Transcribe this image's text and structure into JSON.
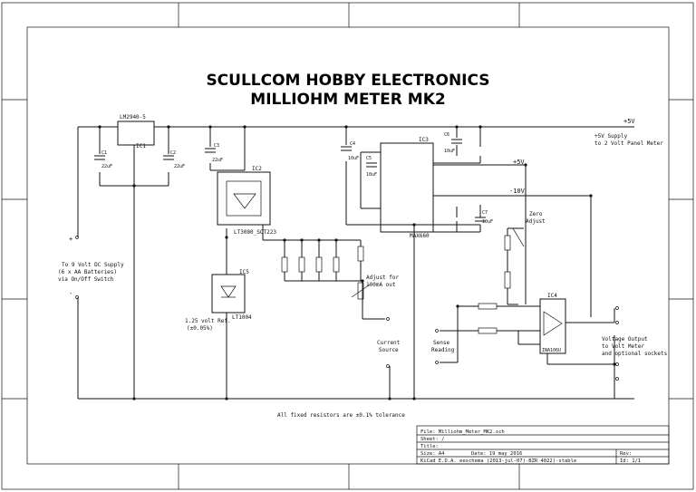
{
  "title": {
    "line1": "SCULLCOM HOBBY ELECTRONICS",
    "line2": "MILLIOHM METER MK2"
  },
  "rails": {
    "plus5": "+5V",
    "plus5b": "+5V",
    "minus10": "-10V",
    "supply_note1": "+5V Supply",
    "supply_note2": "to 2 Volt Panel Meter"
  },
  "notes": {
    "battery1": "To 9 Volt DC Supply",
    "battery2": "(6 x AA Batteries)",
    "battery3": "via On/Off Switch",
    "ref1": "1.25 volt Ref.",
    "ref2": "(±0.05%)",
    "adjust1": "Adjust for",
    "adjust2": "100mA out",
    "current1": "Current",
    "current2": "Source",
    "sense1": "Sense",
    "sense2": "Reading",
    "zero1": "Zero",
    "zero2": "Adjust",
    "vout1": "Voltage Output",
    "vout2": "to Volt Meter",
    "vout3": "and optional sockets",
    "tolerance": "All fixed resistors are ±0.1% tolerance"
  },
  "components": {
    "ic1": "LM2940-5",
    "ic1_ref": "IC1",
    "ic2": "LT3080_SOT223",
    "ic2_ref": "IC2",
    "ic3": "IC3",
    "ic3_name": "MAX660",
    "ic4": "IC4",
    "ic4_name": "INA106U",
    "ic5": "IC5",
    "ic5_name": "LT1004",
    "c1": "C1",
    "c1v": "22uF",
    "c2": "C2",
    "c2v": "22uF",
    "c3": "C3",
    "c3v": "22uF",
    "c4": "C4",
    "c4v": "10uF",
    "c5": "C5",
    "c5v": "10uF",
    "c6": "C6",
    "c6v": "10uF",
    "c7": "C7",
    "c7v": "10uF"
  },
  "title_block": {
    "file": "File: Milliohm_Meter_MK2.sch",
    "sheet": "Sheet: /",
    "title": "Title:",
    "size": "Size: A4",
    "date": "Date: 19 may 2016",
    "kicad": "KiCad E.D.A.  eeschema (2013-jul-07)-BZR 4022)-stable",
    "rev": "Rev:",
    "id": "Id: 1/1"
  }
}
